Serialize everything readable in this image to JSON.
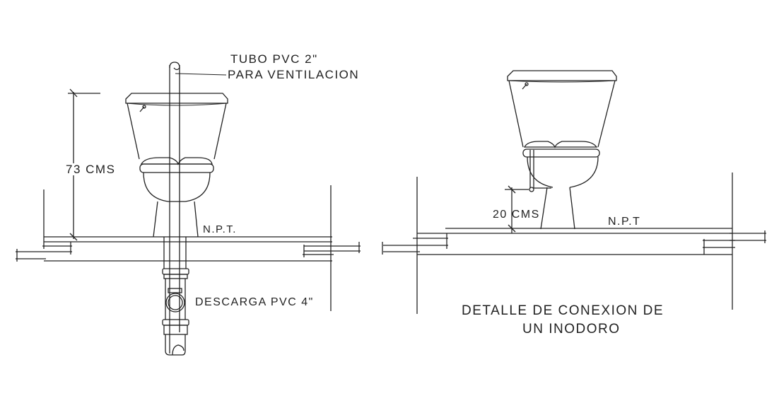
{
  "left_detail": {
    "vent_pipe_label_line1": "TUBO  PVC  2\"",
    "vent_pipe_label_line2": "PARA  VENTILACION",
    "height_dimension": "73  CMS",
    "floor_level": "N.P.T.",
    "drain_label": "DESCARGA    PVC  4\""
  },
  "right_detail": {
    "supply_dimension": "20  CMS",
    "floor_level": "N.P.T",
    "title_line1": "DETALLE  DE  CONEXION  DE",
    "title_line2": "UN  INODORO"
  },
  "colors": {
    "line": "#222222",
    "background": "#ffffff"
  }
}
